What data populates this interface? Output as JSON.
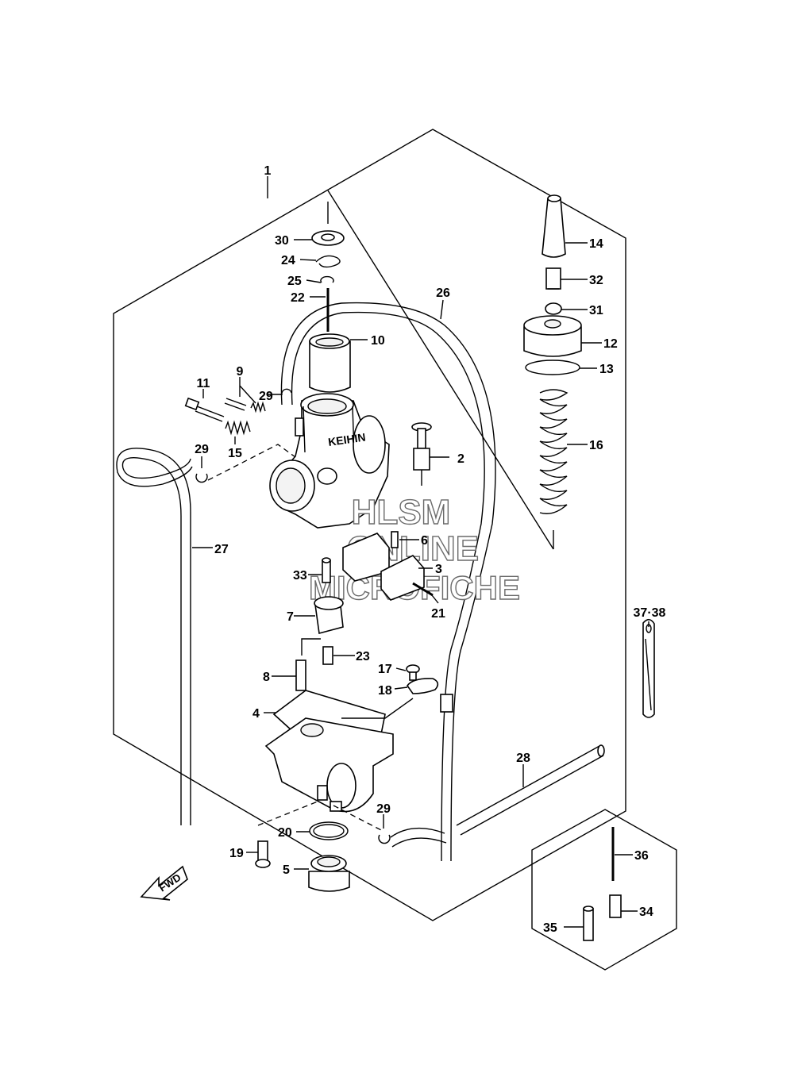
{
  "callouts": [
    {
      "id": "1",
      "label": "1"
    },
    {
      "id": "2",
      "label": "2"
    },
    {
      "id": "3",
      "label": "3"
    },
    {
      "id": "4",
      "label": "4"
    },
    {
      "id": "5",
      "label": "5"
    },
    {
      "id": "6",
      "label": "6"
    },
    {
      "id": "7",
      "label": "7"
    },
    {
      "id": "8",
      "label": "8"
    },
    {
      "id": "9",
      "label": "9"
    },
    {
      "id": "10",
      "label": "10"
    },
    {
      "id": "11",
      "label": "11"
    },
    {
      "id": "12",
      "label": "12"
    },
    {
      "id": "13",
      "label": "13"
    },
    {
      "id": "14",
      "label": "14"
    },
    {
      "id": "15",
      "label": "15"
    },
    {
      "id": "16",
      "label": "16"
    },
    {
      "id": "17",
      "label": "17"
    },
    {
      "id": "18",
      "label": "18"
    },
    {
      "id": "19",
      "label": "19"
    },
    {
      "id": "20",
      "label": "20"
    },
    {
      "id": "21",
      "label": "21"
    },
    {
      "id": "22",
      "label": "22"
    },
    {
      "id": "23",
      "label": "23"
    },
    {
      "id": "24",
      "label": "24"
    },
    {
      "id": "25",
      "label": "25"
    },
    {
      "id": "26",
      "label": "26"
    },
    {
      "id": "27",
      "label": "27"
    },
    {
      "id": "28",
      "label": "28"
    },
    {
      "id": "29a",
      "label": "29"
    },
    {
      "id": "29b",
      "label": "29"
    },
    {
      "id": "29c",
      "label": "29"
    },
    {
      "id": "30",
      "label": "30"
    },
    {
      "id": "31",
      "label": "31"
    },
    {
      "id": "32",
      "label": "32"
    },
    {
      "id": "33",
      "label": "33"
    },
    {
      "id": "34",
      "label": "34"
    },
    {
      "id": "35",
      "label": "35"
    },
    {
      "id": "36",
      "label": "36"
    },
    {
      "id": "3738",
      "label": "37·38"
    }
  ],
  "watermark": {
    "line1": "HLSM",
    "line2": "ONLINE",
    "line3": "MICROFICHE"
  },
  "fwd_arrow": {
    "label": "FWD",
    "icon": "fwd-arrow-icon"
  },
  "carb_stamp": "KEIHIN",
  "colors": {
    "ink": "#000000",
    "paper": "#ffffff",
    "watermark_stroke": "#6a6a6a"
  }
}
